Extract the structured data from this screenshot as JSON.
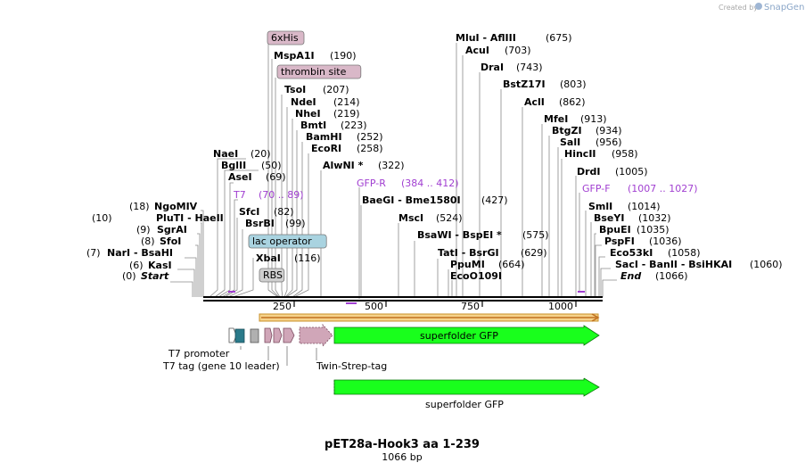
{
  "branding": {
    "created_by": "Created by",
    "product": "SnapGene"
  },
  "map": {
    "title": "pET28a-Hook3 aa 1-239",
    "subtitle": "1066 bp",
    "ruler_ticks": [
      "250",
      "500",
      "750",
      "1000"
    ]
  },
  "sites": [
    {
      "name": "6xHis",
      "pos": "",
      "kind": "tag",
      "color": "#d9b8c8"
    },
    {
      "name": "MspA1I",
      "pos": "(190)",
      "kind": "enzyme"
    },
    {
      "name": "thrombin site",
      "pos": "",
      "kind": "tag",
      "color": "#d9b8c8"
    },
    {
      "name": "TsoI",
      "pos": "(207)",
      "kind": "enzyme"
    },
    {
      "name": "NdeI",
      "pos": "(214)",
      "kind": "enzyme"
    },
    {
      "name": "NheI",
      "pos": "(219)",
      "kind": "enzyme"
    },
    {
      "name": "BmtI",
      "pos": "(223)",
      "kind": "enzyme"
    },
    {
      "name": "BamHI",
      "pos": "(252)",
      "kind": "enzyme"
    },
    {
      "name": "EcoRI",
      "pos": "(258)",
      "kind": "enzyme"
    },
    {
      "name": "NaeI",
      "pos": "(20)",
      "kind": "enzyme"
    },
    {
      "name": "BglII",
      "pos": "(50)",
      "kind": "enzyme"
    },
    {
      "name": "AlwNI *",
      "pos": "(322)",
      "kind": "enzyme"
    },
    {
      "name": "AseI",
      "pos": "(69)",
      "kind": "enzyme"
    },
    {
      "name": "GFP-R",
      "pos": "(384 .. 412)",
      "kind": "primer"
    },
    {
      "name": "T7",
      "pos": "(70 .. 89)",
      "kind": "primer"
    },
    {
      "name": "BaeGI - Bme1580I",
      "pos": "(427)",
      "kind": "enzyme"
    },
    {
      "name": "NgoMIV",
      "pos": "(18)",
      "kind": "enzyme-left"
    },
    {
      "name": "SfcI",
      "pos": "(82)",
      "kind": "enzyme"
    },
    {
      "name": "PluTI - HaeII",
      "pos": "(10)",
      "kind": "enzyme-left"
    },
    {
      "name": "MscI",
      "pos": "(524)",
      "kind": "enzyme"
    },
    {
      "name": "BsrBI",
      "pos": "(99)",
      "kind": "enzyme"
    },
    {
      "name": "SgrAI",
      "pos": "(9)",
      "kind": "enzyme-left"
    },
    {
      "name": "BsaWI - BspEI *",
      "pos": "(575)",
      "kind": "enzyme"
    },
    {
      "name": "lac operator",
      "pos": "",
      "kind": "tag",
      "color": "#a9d3e0"
    },
    {
      "name": "SfoI",
      "pos": "(8)",
      "kind": "enzyme-left"
    },
    {
      "name": "TatI - BsrGI",
      "pos": "(629)",
      "kind": "enzyme"
    },
    {
      "name": "NarI - BsaHI",
      "pos": "(7)",
      "kind": "enzyme-left"
    },
    {
      "name": "XbaI",
      "pos": "(116)",
      "kind": "enzyme"
    },
    {
      "name": "PpuMI",
      "pos": "(664)",
      "kind": "enzyme"
    },
    {
      "name": "KasI",
      "pos": "(6)",
      "kind": "enzyme-left"
    },
    {
      "name": "EcoO109I",
      "pos": "",
      "kind": "enzyme"
    },
    {
      "name": "RBS",
      "pos": "",
      "kind": "tag",
      "color": "#cfcfcf"
    },
    {
      "name": "Start",
      "pos": "(0)",
      "kind": "end-left"
    },
    {
      "name": "MluI - AflIII",
      "pos": "(675)",
      "kind": "enzyme"
    },
    {
      "name": "AcuI",
      "pos": "(703)",
      "kind": "enzyme"
    },
    {
      "name": "DraI",
      "pos": "(743)",
      "kind": "enzyme"
    },
    {
      "name": "BstZ17I",
      "pos": "(803)",
      "kind": "enzyme"
    },
    {
      "name": "AclI",
      "pos": "(862)",
      "kind": "enzyme"
    },
    {
      "name": "MfeI",
      "pos": "(913)",
      "kind": "enzyme"
    },
    {
      "name": "BtgZI",
      "pos": "(934)",
      "kind": "enzyme"
    },
    {
      "name": "SalI",
      "pos": "(956)",
      "kind": "enzyme"
    },
    {
      "name": "HincII",
      "pos": "(958)",
      "kind": "enzyme"
    },
    {
      "name": "DrdI",
      "pos": "(1005)",
      "kind": "enzyme"
    },
    {
      "name": "GFP-F",
      "pos": "(1007 .. 1027)",
      "kind": "primer"
    },
    {
      "name": "SmlI",
      "pos": "(1014)",
      "kind": "enzyme"
    },
    {
      "name": "BseYI",
      "pos": "(1032)",
      "kind": "enzyme"
    },
    {
      "name": "BpuEI",
      "pos": "(1035)",
      "kind": "enzyme"
    },
    {
      "name": "PspFI",
      "pos": "(1036)",
      "kind": "enzyme"
    },
    {
      "name": "Eco53kI",
      "pos": "(1058)",
      "kind": "enzyme"
    },
    {
      "name": "SacI - BanII - BsiHKAI",
      "pos": "(1060)",
      "kind": "enzyme"
    },
    {
      "name": "End",
      "pos": "(1066)",
      "kind": "end"
    }
  ],
  "features": {
    "t7_promoter": "T7 promoter",
    "t7_tag": "T7 tag (gene 10 leader)",
    "twin_strep": "Twin-Strep-tag",
    "sfgfp_in_arrow": "superfolder GFP",
    "sfgfp_below": "superfolder GFP"
  },
  "colors": {
    "gfp": "#19ff1c",
    "gfp_stroke": "#0a7a0a",
    "pink": "#d0a6b8",
    "teal": "#2a7a8a",
    "orf": "#f6d28a",
    "primer": "#a13fd1"
  }
}
